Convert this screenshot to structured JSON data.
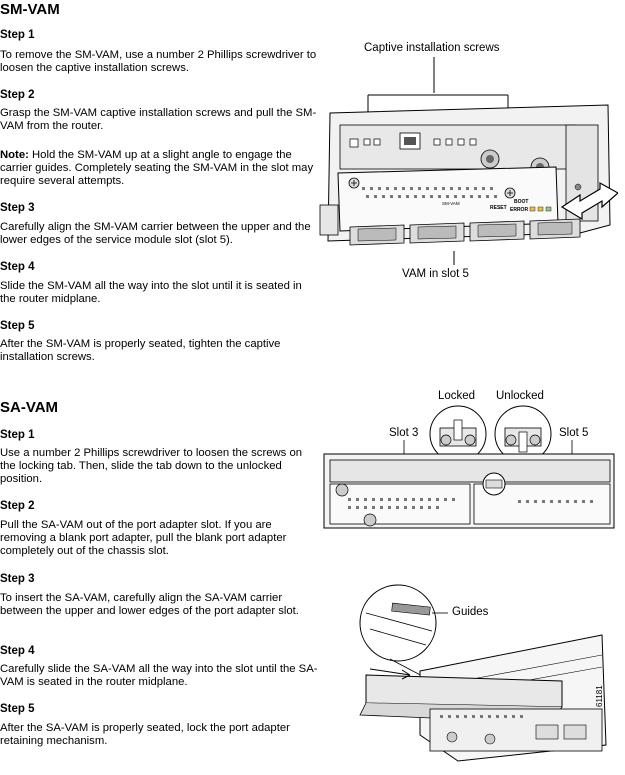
{
  "sm": {
    "title": "SM-VAM",
    "steps": [
      {
        "label": "Step 1",
        "text": "To remove the SM-VAM, use a number 2 Phillips screwdriver to loosen the captive installation screws."
      },
      {
        "label": "Step 2",
        "text": "Grasp the SM-VAM captive installation screws and pull the SM-VAM from the router."
      },
      {
        "label": "Step 3",
        "text": "Carefully align the SM-VAM carrier between the upper and the lower edges of the service module slot (slot 5)."
      },
      {
        "label": "Step 4",
        "text": "Slide the SM-VAM all the way into the slot until it is seated in the router midplane."
      },
      {
        "label": "Step 5",
        "text": "After the SM-VAM is properly seated, tighten the captive installation screws."
      }
    ],
    "note": {
      "label": "Note:",
      "text": " Hold the SM-VAM up at a slight angle to engage the carrier guides. Completely seating the SM-VAM in the slot may require several attempts."
    },
    "figure": {
      "callout_top": "Captive installation screws",
      "callout_bottom": "VAM in slot 5",
      "panel_labels": [
        "BOOT",
        "ERROR",
        "RESET",
        "SM-VAM"
      ]
    }
  },
  "sa": {
    "title": "SA-VAM",
    "steps": [
      {
        "label": "Step 1",
        "text": "Use a number 2 Phillips screwdriver to loosen the screws on the locking tab. Then, slide the tab down to the unlocked position."
      },
      {
        "label": "Step 2",
        "text": "Pull the SA-VAM out of the port adapter slot. If you are removing a blank port adapter, pull the blank port adapter completely out of the chassis slot."
      },
      {
        "label": "Step 3",
        "text": "To insert the SA-VAM, carefully align the SA-VAM carrier between the upper and lower edges of the port adapter slot."
      },
      {
        "label": "Step 4",
        "text": "Carefully slide the SA-VAM all the way into the slot until the SA-VAM is seated in the router midplane."
      },
      {
        "label": "Step 5",
        "text": "After the SA-VAM is properly seated, lock the port adapter retaining mechanism."
      }
    ],
    "figure": {
      "locked": "Locked",
      "unlocked": "Unlocked",
      "slot3": "Slot 3",
      "slot5": "Slot 5",
      "guides": "Guides",
      "figure_number": "61181"
    }
  }
}
